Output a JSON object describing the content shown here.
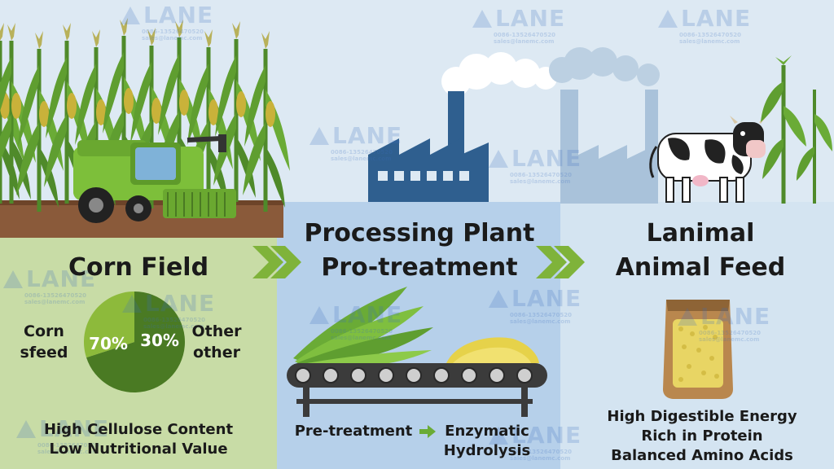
{
  "panels": [
    {
      "title_lines": [
        "Corn Field"
      ],
      "pie": {
        "left_label": [
          "Corn",
          "sfeed"
        ],
        "right_label": [
          "Other",
          "other"
        ]
      },
      "notes": [
        "High Cellulose Content",
        "Low Nutritional Value"
      ]
    },
    {
      "title_lines": [
        "Processing Plant",
        "Pro-treatment"
      ],
      "steps": [
        [
          "Pre-treatment"
        ],
        [
          "Enzymatic",
          "Hydrolysis"
        ]
      ]
    },
    {
      "title_lines": [
        "Lanimal",
        "Animal Feed"
      ],
      "notes": [
        "High Digestible Energy",
        "Rich in Protein",
        "Balanced Amino Acids"
      ]
    }
  ],
  "chart_data": {
    "type": "pie",
    "slices": [
      {
        "label": "70%",
        "value": 70
      },
      {
        "label": "30%",
        "value": 30
      }
    ]
  },
  "watermark": {
    "brand": "LANE",
    "contact": [
      "0086-13526470520",
      "sales@lanemc.com"
    ]
  },
  "colors": {
    "sky": "#dde9f3",
    "field_panel": "#c8dca6",
    "plant_panel": "#b6d0ea",
    "feed_panel": "#d4e4f1",
    "soil": "#8a5a3a",
    "pie_dark": "#4a7a23",
    "pie_light": "#8dba3b",
    "chevron": "#7fb33a",
    "factory": "#2f5f8f"
  },
  "icons": [
    "combine-harvester-icon",
    "corn-stalk-icon",
    "factory-icon",
    "smoke-icon",
    "cow-icon",
    "plant-icon",
    "conveyor-icon",
    "feed-bag-icon",
    "chevron-right-icon",
    "arrow-right-icon"
  ]
}
